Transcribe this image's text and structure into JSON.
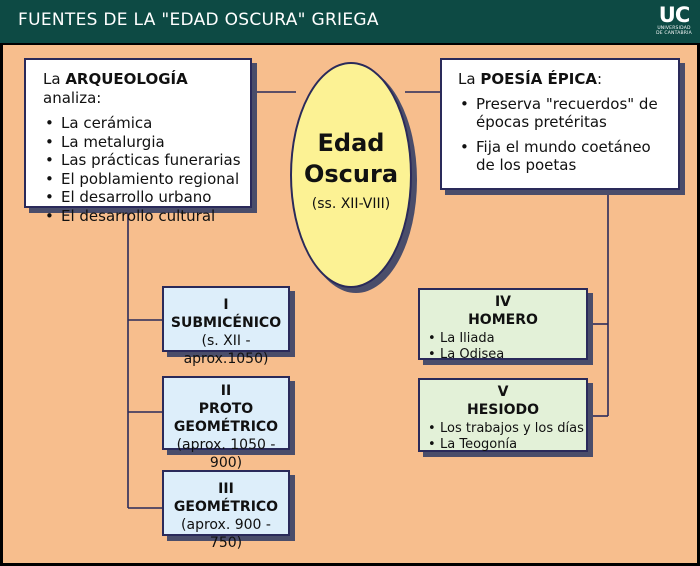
{
  "header": {
    "title": "FUENTES DE LA \"EDAD OSCURA\" GRIEGA",
    "logo_mark": "UC",
    "logo_sub_1": "UNIVERSIDAD",
    "logo_sub_2": "DE CANTABRIA"
  },
  "center": {
    "title_1": "Edad",
    "title_2": "Oscura",
    "subtitle": "(ss. XII-VIII)"
  },
  "archaeology": {
    "lead": "La ",
    "keyword": "ARQUEOLOGÍA",
    "verb": " analiza:",
    "items": [
      "La cerámica",
      "La metalurgia",
      "Las prácticas funerarias",
      "El poblamiento regional",
      "El desarrollo urbano",
      "El desarrollo cultural"
    ]
  },
  "poetry": {
    "lead": "La ",
    "keyword": "POESÍA ÉPICA",
    "colon": ":",
    "items": [
      {
        "line1": "Preserva \"recuerdos\" de",
        "line2": "épocas pretéritas"
      },
      {
        "line1": "Fija el mundo coetáneo",
        "line2": "de los poetas"
      }
    ]
  },
  "eras": [
    {
      "num": "I",
      "name": "SUBMICÉNICO",
      "name2": "",
      "range": "(s. XII - aprox.1050)"
    },
    {
      "num": "II",
      "name": "PROTO",
      "name2": "GEOMÉTRICO",
      "range": "(aprox. 1050 - 900)"
    },
    {
      "num": "III",
      "name": "GEOMÉTRICO",
      "name2": "",
      "range": "(aprox. 900 - 750)"
    },
    {
      "num": "IV",
      "name": "HOMERO",
      "works": [
        "La Iliada",
        "La Odisea"
      ]
    },
    {
      "num": "V",
      "name": "HESIODO",
      "works": [
        "Los trabajos y los días",
        "La Teogonía"
      ]
    }
  ],
  "colors": {
    "header_bg": "#0d4a44",
    "background": "#f7be8d",
    "ellipse": "#fcf294",
    "era_blue": "#ddeefa",
    "era_green": "#e3f1d8",
    "line": "#2a2a5a"
  }
}
